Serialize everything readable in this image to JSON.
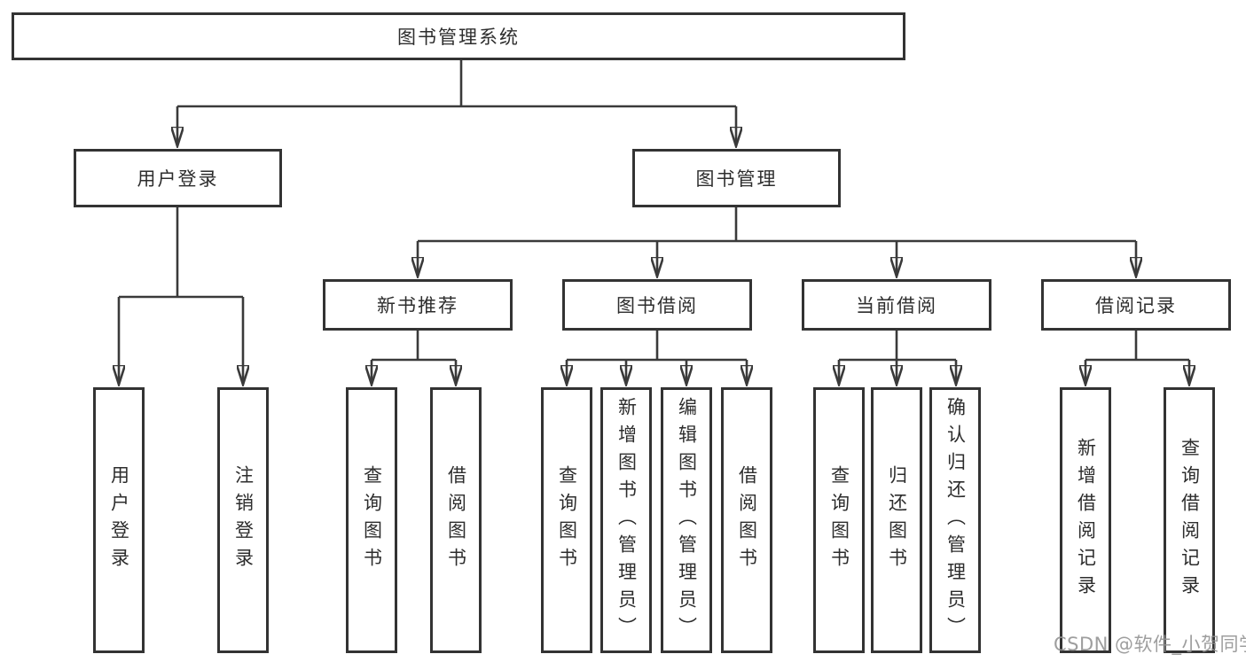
{
  "diagram": {
    "root": "图书管理系统",
    "level2": {
      "user_login": "用户登录",
      "book_management": "图书管理"
    },
    "level3": {
      "new_books": "新书推荐",
      "book_borrow": "图书借阅",
      "current_borrow": "当前借阅",
      "borrow_records": "借阅记录"
    },
    "leaves": {
      "user_login": "用户登录",
      "logout": "注销登录",
      "nb_query_books": "查询图书",
      "nb_borrow_books": "借阅图书",
      "bb_query_books": "查询图书",
      "bb_add_books_admin": "新增图书（管理员）",
      "bb_edit_books_admin": "编辑图书（管理员）",
      "bb_borrow_books": "借阅图书",
      "cb_query_books": "查询图书",
      "cb_return_books": "归还图书",
      "cb_confirm_return_admin": "确认归还（管理员）",
      "br_add_record": "新增借阅记录",
      "br_query_record": "查询借阅记录"
    },
    "watermark": "CSDN @软件_小贺同学"
  }
}
